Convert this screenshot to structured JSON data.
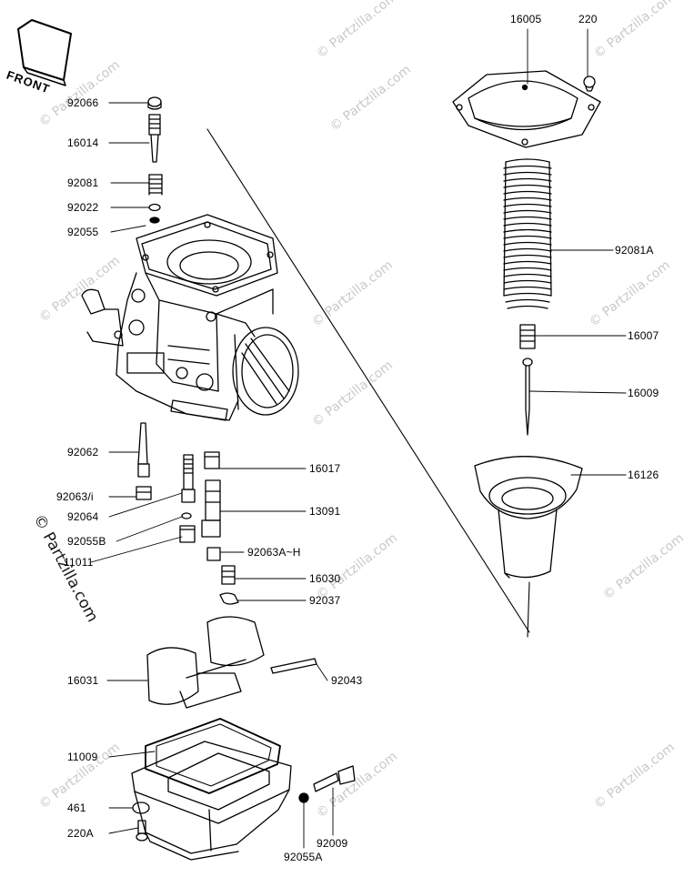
{
  "diagram": {
    "watermark_text": "© Partzilla.com",
    "front_label": "FRONT",
    "parts": {
      "p16005": "16005",
      "p220": "220",
      "p92066": "92066",
      "p16014": "16014",
      "p92081": "92081",
      "p92022": "92022",
      "p92055": "92055",
      "p92081A": "92081A",
      "p16007": "16007",
      "p16009": "16009",
      "p92062": "92062",
      "p16017": "16017",
      "p16126": "16126",
      "p92063i": "92063/i",
      "p92064": "92064",
      "p13091": "13091",
      "p92055B": "92055B",
      "p11011": "11011",
      "p92063AH": "92063A~H",
      "p16030": "16030",
      "p92037": "92037",
      "p16031": "16031",
      "p92043": "92043",
      "p11009": "11009",
      "p461": "461",
      "p220A": "220A",
      "p92009": "92009",
      "p92055A": "92055A"
    }
  }
}
